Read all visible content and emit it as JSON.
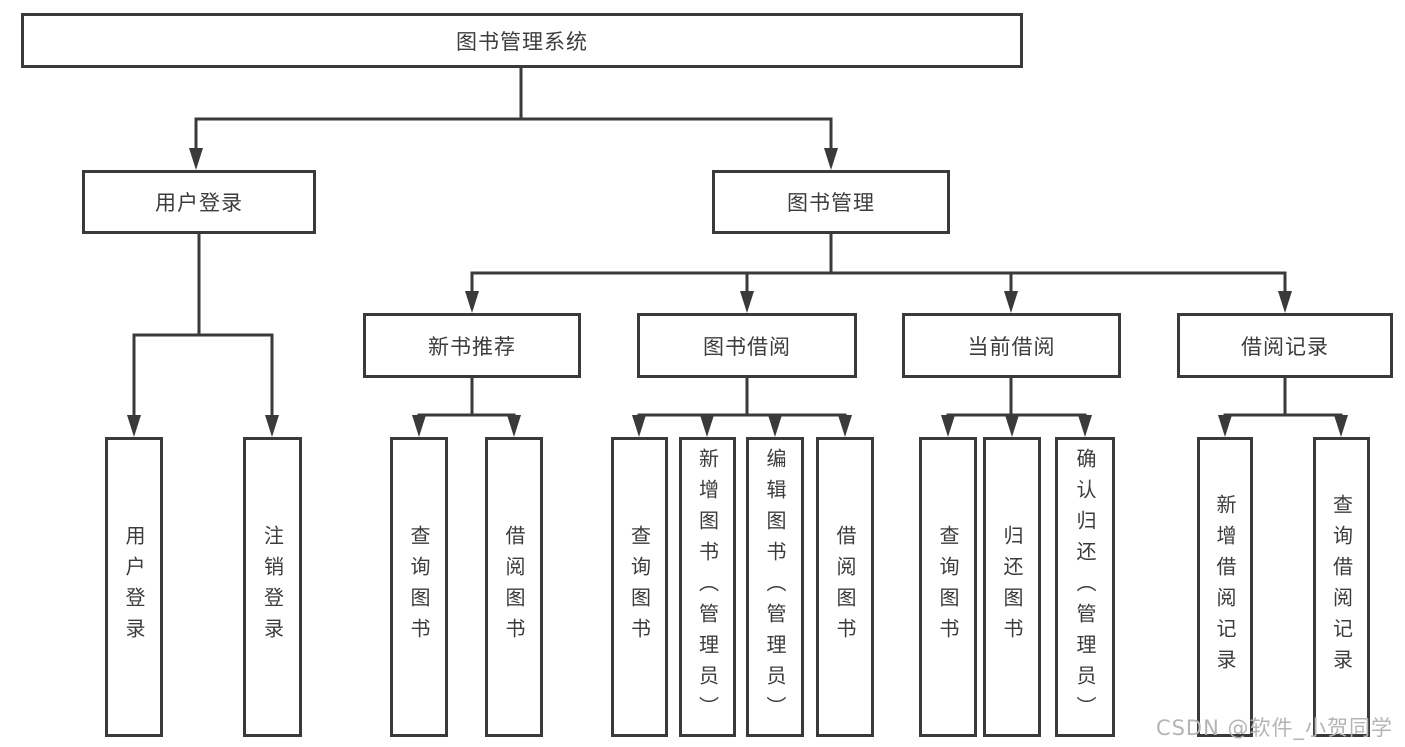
{
  "colors": {
    "line": "#3a3a3a",
    "text": "#3c3c3c",
    "background": "#ffffff",
    "watermark": "#b4b4b4"
  },
  "watermark": "CSDN @软件_小贺同学",
  "tree": {
    "root": {
      "label": "图书管理系统",
      "children": [
        {
          "label": "用户登录",
          "children": [
            {
              "label": "用户登录"
            },
            {
              "label": "注销登录"
            }
          ]
        },
        {
          "label": "图书管理",
          "children": [
            {
              "label": "新书推荐",
              "children": [
                {
                  "label": "查询图书"
                },
                {
                  "label": "借阅图书"
                }
              ]
            },
            {
              "label": "图书借阅",
              "children": [
                {
                  "label": "查询图书"
                },
                {
                  "label": "新增图书（管理员）"
                },
                {
                  "label": "编辑图书（管理员）"
                },
                {
                  "label": "借阅图书"
                }
              ]
            },
            {
              "label": "当前借阅",
              "children": [
                {
                  "label": "查询图书"
                },
                {
                  "label": "归还图书"
                },
                {
                  "label": "确认归还（管理员）"
                }
              ]
            },
            {
              "label": "借阅记录",
              "children": [
                {
                  "label": "新增借阅记录"
                },
                {
                  "label": "查询借阅记录"
                }
              ]
            }
          ]
        }
      ]
    }
  }
}
